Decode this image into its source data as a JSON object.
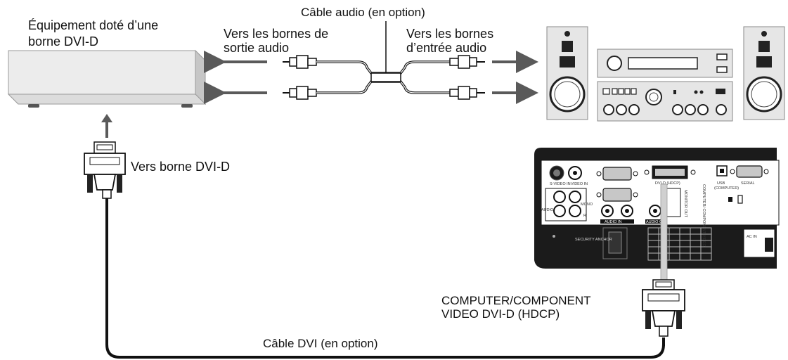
{
  "labels": {
    "audio_cable": "Câble audio (en option)",
    "equipment_line1": "Équipement doté d’une",
    "equipment_line2": "borne DVI-D",
    "to_audio_out_line1": "Vers les bornes de",
    "to_audio_out_line2": "sortie audio",
    "to_audio_in_line1": "Vers les bornes",
    "to_audio_in_line2": "d’entrée audio",
    "to_dvi_terminal": "Vers borne DVI-D",
    "projector_port_line1": "COMPUTER/COMPONENT",
    "projector_port_line2": "VIDEO DVI-D (HDCP)",
    "dvi_cable": "Câble DVI (en option)"
  },
  "panel_labels": {
    "s_video_in": "S-VIDEO IN",
    "video_in": "VIDEO IN",
    "dvi_d_hdcp": "DVI-D (HDCP)",
    "usb": "USB",
    "usb_computer": "(COMPUTER)",
    "serial": "SERIAL",
    "audio": "AUDIO",
    "mono": "MONO",
    "r": "R",
    "audio_in": "AUDIO IN",
    "audio_out": "AUDIO OUT",
    "monitor_out": "MONITOR OUT",
    "computer_component_video": "COMPUTER/ COMPONENT VIDEO",
    "security_anchor": "SECURITY ANCHOR",
    "ac_in": "AC IN"
  },
  "colors": {
    "line": "#111111",
    "arrow": "#5a5a5a",
    "device_fill": "#e9e9e9",
    "device_shadow": "#cfcfcf",
    "projector_body": "#1b1b1b",
    "port_fill": "#c7c7c7"
  }
}
